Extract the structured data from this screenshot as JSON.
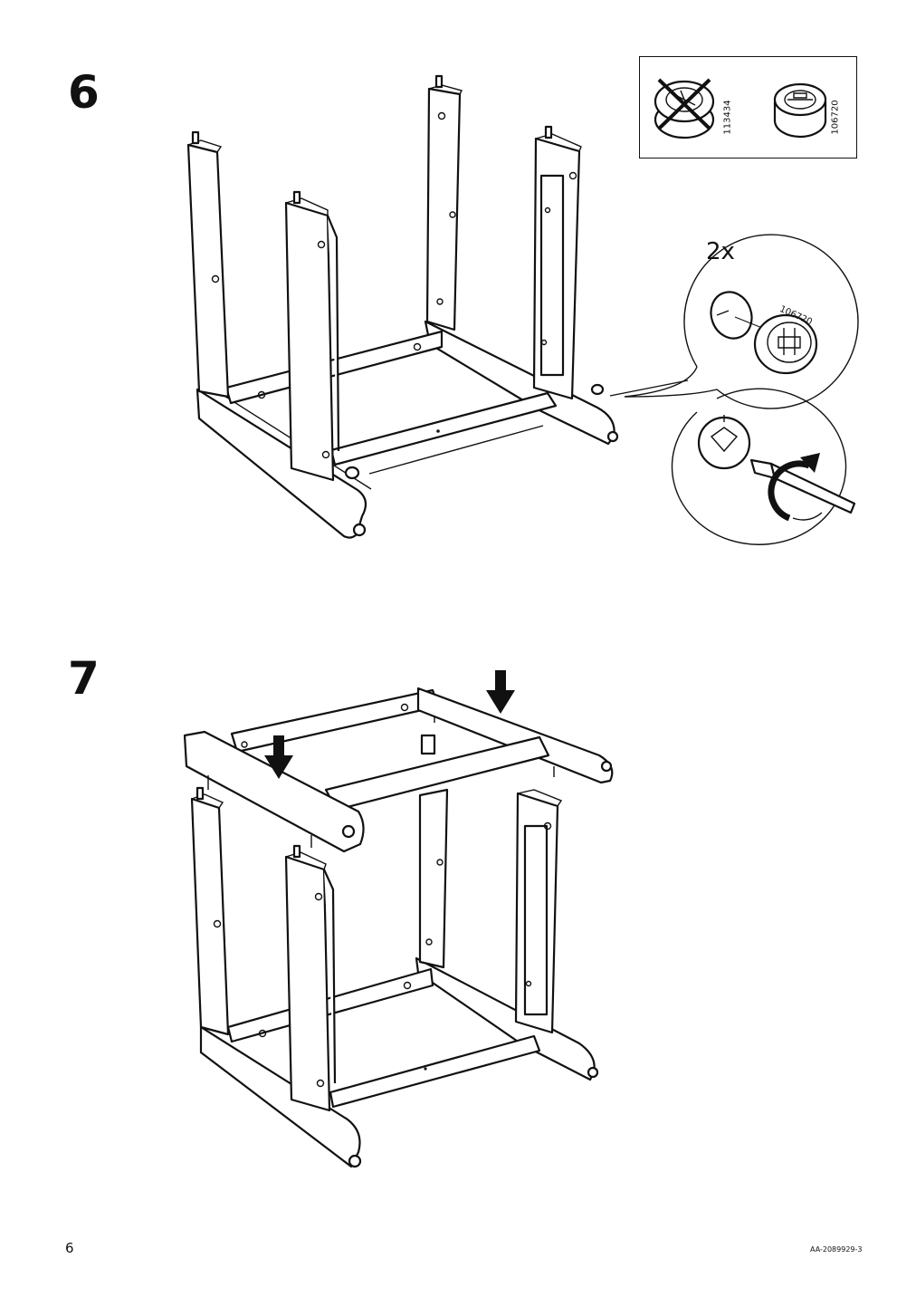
{
  "page": {
    "page_number": "6",
    "document_code": "AA-2089929-3"
  },
  "steps": [
    {
      "number": "6",
      "parts_box": {
        "crossed_part_code": "113434",
        "correct_part_code": "106720"
      },
      "detail": {
        "quantity": "2x",
        "part_code": "106720"
      }
    },
    {
      "number": "7"
    }
  ],
  "icons": {
    "crossed_cam_lock": "cam-lock-crossed-out",
    "cam_lock": "cam-lock",
    "screwdriver": "screwdriver-turn-clockwise",
    "arrow": "down-arrow"
  }
}
